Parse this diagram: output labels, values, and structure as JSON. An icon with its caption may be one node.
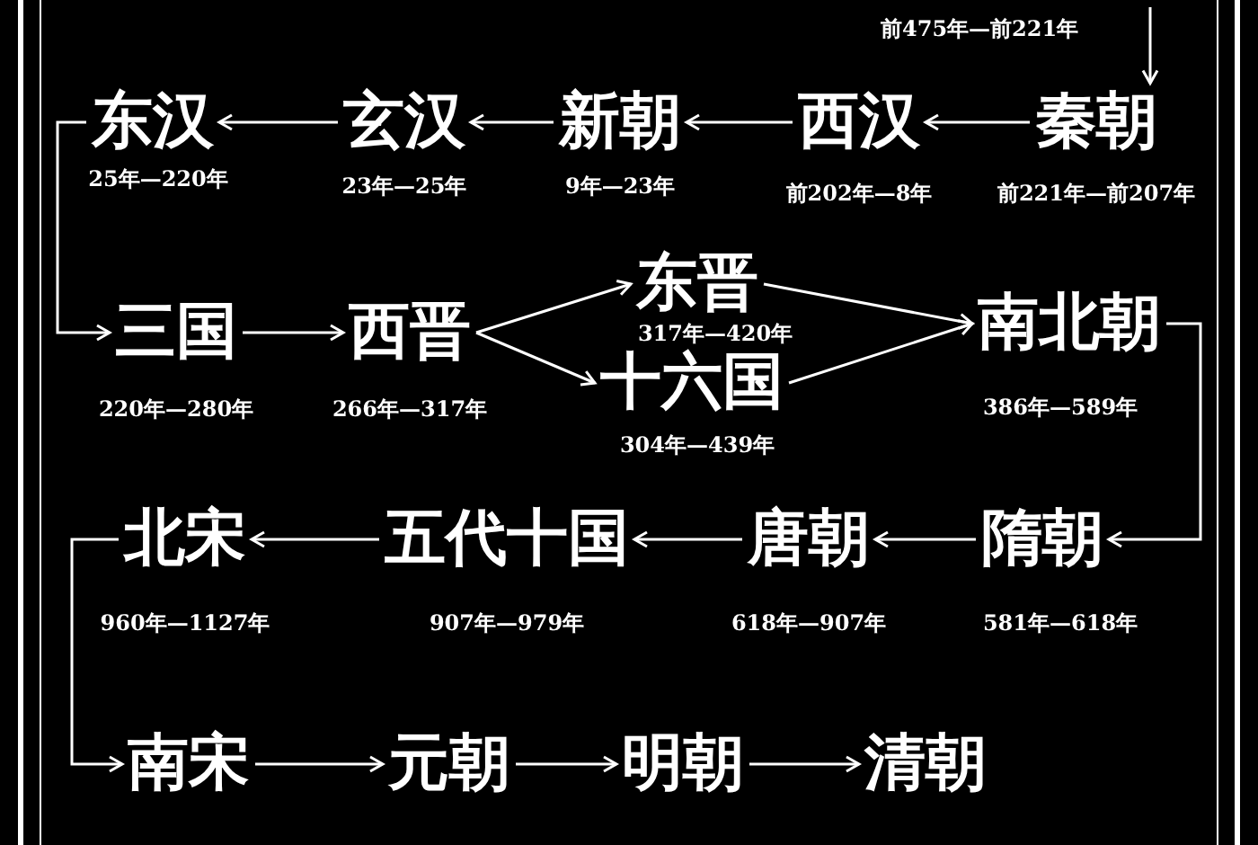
{
  "diagram": {
    "nodes": [
      {
        "text": [
          "东汉"
        ],
        "beside": [
          "25年—220年"
        ]
      },
      {
        "text": [
          "玄汉"
        ],
        "beside": [
          "23年—25年"
        ]
      },
      {
        "text": [
          "新朝"
        ],
        "beside": [
          "9年—23年"
        ]
      },
      {
        "text": [
          "西汉"
        ],
        "beside": [
          "前202年—8年"
        ]
      },
      {
        "text": [
          "秦朝"
        ],
        "beside": [
          "前221年—前207年"
        ]
      },
      {
        "text": [
          "三国"
        ],
        "beside": [
          "220年—280年"
        ]
      },
      {
        "text": [
          "西晋"
        ],
        "beside": [
          "266年—317年"
        ]
      },
      {
        "text": [
          "东晋"
        ],
        "beside": [
          "317年—420年"
        ]
      },
      {
        "text": [
          "十六国"
        ],
        "beside": [
          "304年—439年"
        ]
      },
      {
        "text": [
          "南北朝"
        ],
        "beside": [
          "386年—589年"
        ]
      },
      {
        "text": [
          "北宋"
        ],
        "beside": [
          "960年—1127年"
        ]
      },
      {
        "text": [
          "五代十国"
        ],
        "beside": [
          "907年—979年"
        ]
      },
      {
        "text": [
          "唐朝"
        ],
        "beside": [
          "618年—907年"
        ]
      },
      {
        "text": [
          "隋朝"
        ],
        "beside": [
          "581年—618年"
        ]
      },
      {
        "text": [
          "南宋"
        ]
      },
      {
        "text": [
          "元朝"
        ]
      },
      {
        "text": [
          "明朝"
        ]
      },
      {
        "text": [
          "清朝"
        ]
      }
    ],
    "edges": [
      {
        "from": null,
        "to": 4,
        "arrow": "to"
      },
      {
        "from": 4,
        "to": 3,
        "arrow": "to"
      },
      {
        "from": 3,
        "to": 2,
        "arrow": "to"
      },
      {
        "from": 2,
        "to": 1,
        "arrow": "to"
      },
      {
        "from": 1,
        "to": 0,
        "arrow": "to"
      },
      {
        "from": 0,
        "to": 5,
        "arrow": "to"
      },
      {
        "from": 5,
        "to": 6,
        "arrow": "to"
      },
      {
        "from": 6,
        "to": 7,
        "arrow": "to"
      },
      {
        "from": 6,
        "to": 8,
        "arrow": "to"
      },
      {
        "from": 7,
        "to": 9,
        "arrow": "to"
      },
      {
        "from": 8,
        "to": 9,
        "arrow": "to"
      },
      {
        "from": 9,
        "to": 13,
        "arrow": "to"
      },
      {
        "from": 13,
        "to": 12,
        "arrow": "to"
      },
      {
        "from": 12,
        "to": 11,
        "arrow": "to"
      },
      {
        "from": 11,
        "to": 10,
        "arrow": "to"
      },
      {
        "from": 10,
        "to": 14,
        "arrow": "to"
      },
      {
        "from": 14,
        "to": 15,
        "arrow": "to"
      },
      {
        "from": 15,
        "to": 16,
        "arrow": "to"
      },
      {
        "from": 16,
        "to": 17,
        "arrow": "to"
      }
    ],
    "labels": [
      "前475年—前221年"
    ]
  }
}
